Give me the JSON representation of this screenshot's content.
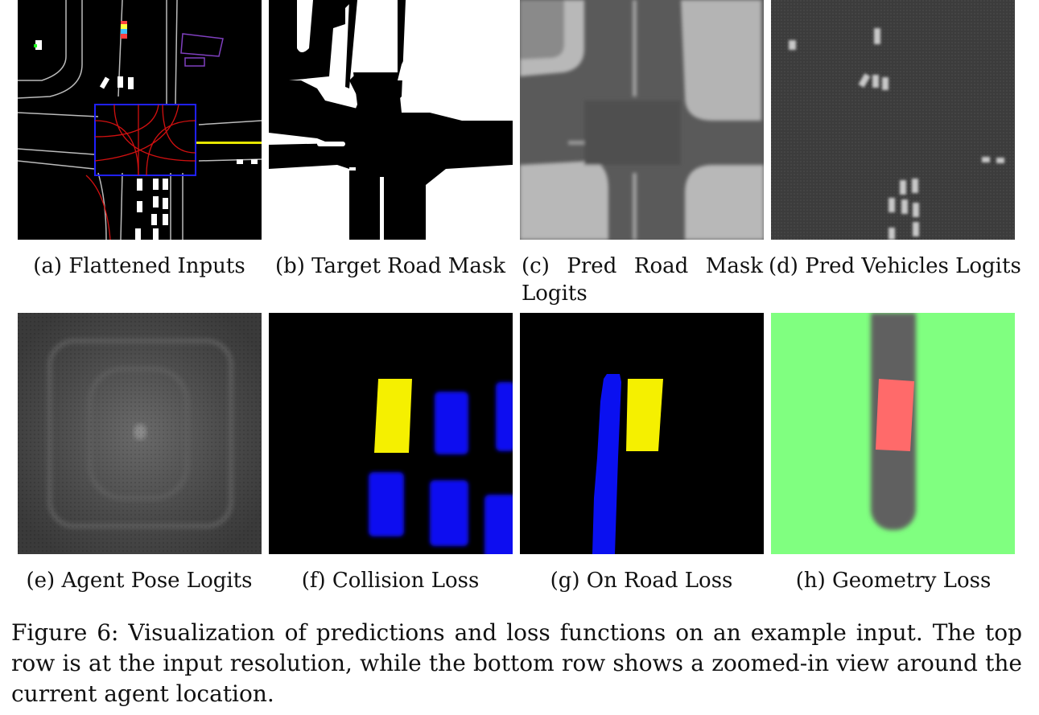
{
  "subfigures": [
    {
      "id": "a",
      "label": "(a) Flattened Inputs"
    },
    {
      "id": "b",
      "label": "(b) Target Road Mask"
    },
    {
      "id": "c",
      "label_line1": "(c)  Pred  Road  Mask",
      "label_line2": "Logits"
    },
    {
      "id": "d",
      "label": "(d) Pred Vehicles Logits"
    },
    {
      "id": "e",
      "label": "(e) Agent Pose Logits"
    },
    {
      "id": "f",
      "label": "(f) Collision Loss"
    },
    {
      "id": "g",
      "label": "(g) On Road Loss"
    },
    {
      "id": "h",
      "label": "(h) Geometry Loss"
    }
  ],
  "figure_caption": "Figure 6: Visualization of predictions and loss functions on an example input. The top row is at the input resolution, while the bottom row shows a zoomed-in view around the current agent location.",
  "colors": {
    "vehicle_yellow": "#f5f000",
    "other_blue": "#0a10f0",
    "geometry_green": "#80ff80",
    "geometry_red": "#ff6a6a",
    "road_gray": "#606060"
  }
}
